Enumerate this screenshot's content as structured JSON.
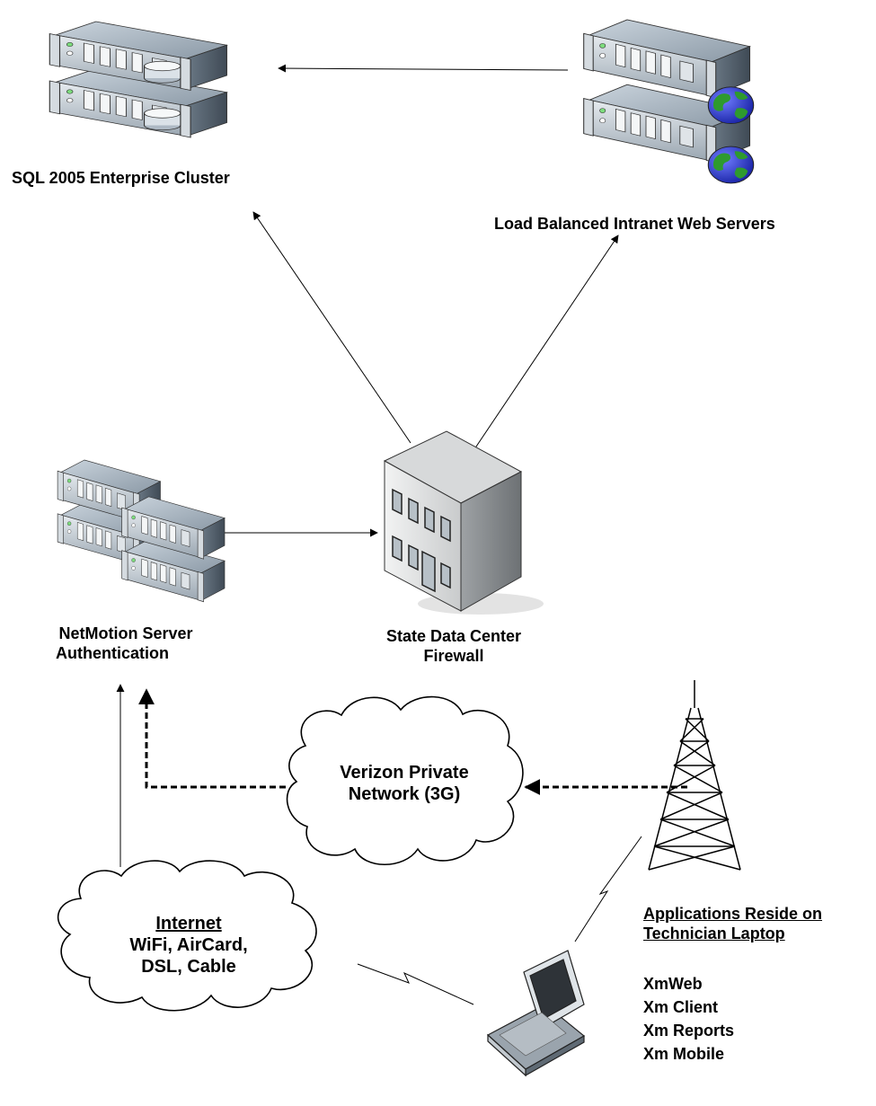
{
  "nodes": {
    "sql_cluster": {
      "label": "SQL 2005 Enterprise Cluster"
    },
    "web_servers": {
      "label": "Load Balanced Intranet Web Servers"
    },
    "netmotion": {
      "label_line1": "NetMotion Server",
      "label_line2": "Authentication"
    },
    "data_center": {
      "label_line1": "State Data Center",
      "label_line2": "Firewall"
    },
    "verizon": {
      "label_line1": "Verizon Private",
      "label_line2": "Network (3G)"
    },
    "internet": {
      "title": "Internet",
      "line2": "WiFi, AirCard,",
      "line3": "DSL, Cable"
    },
    "tower": {
      "icon": "cell-tower-icon"
    },
    "laptop": {
      "icon": "laptop-icon"
    }
  },
  "apps_panel": {
    "title_line1": "Applications Reside on",
    "title_line2": "Technician Laptop",
    "items": [
      "XmWeb",
      "Xm Client",
      "Xm Reports",
      "Xm Mobile"
    ]
  },
  "colors": {
    "server_dark": "#5d6b78",
    "server_light": "#a9b7c4",
    "globe_blue": "#1f2fc8",
    "globe_green": "#2e9a2e"
  }
}
